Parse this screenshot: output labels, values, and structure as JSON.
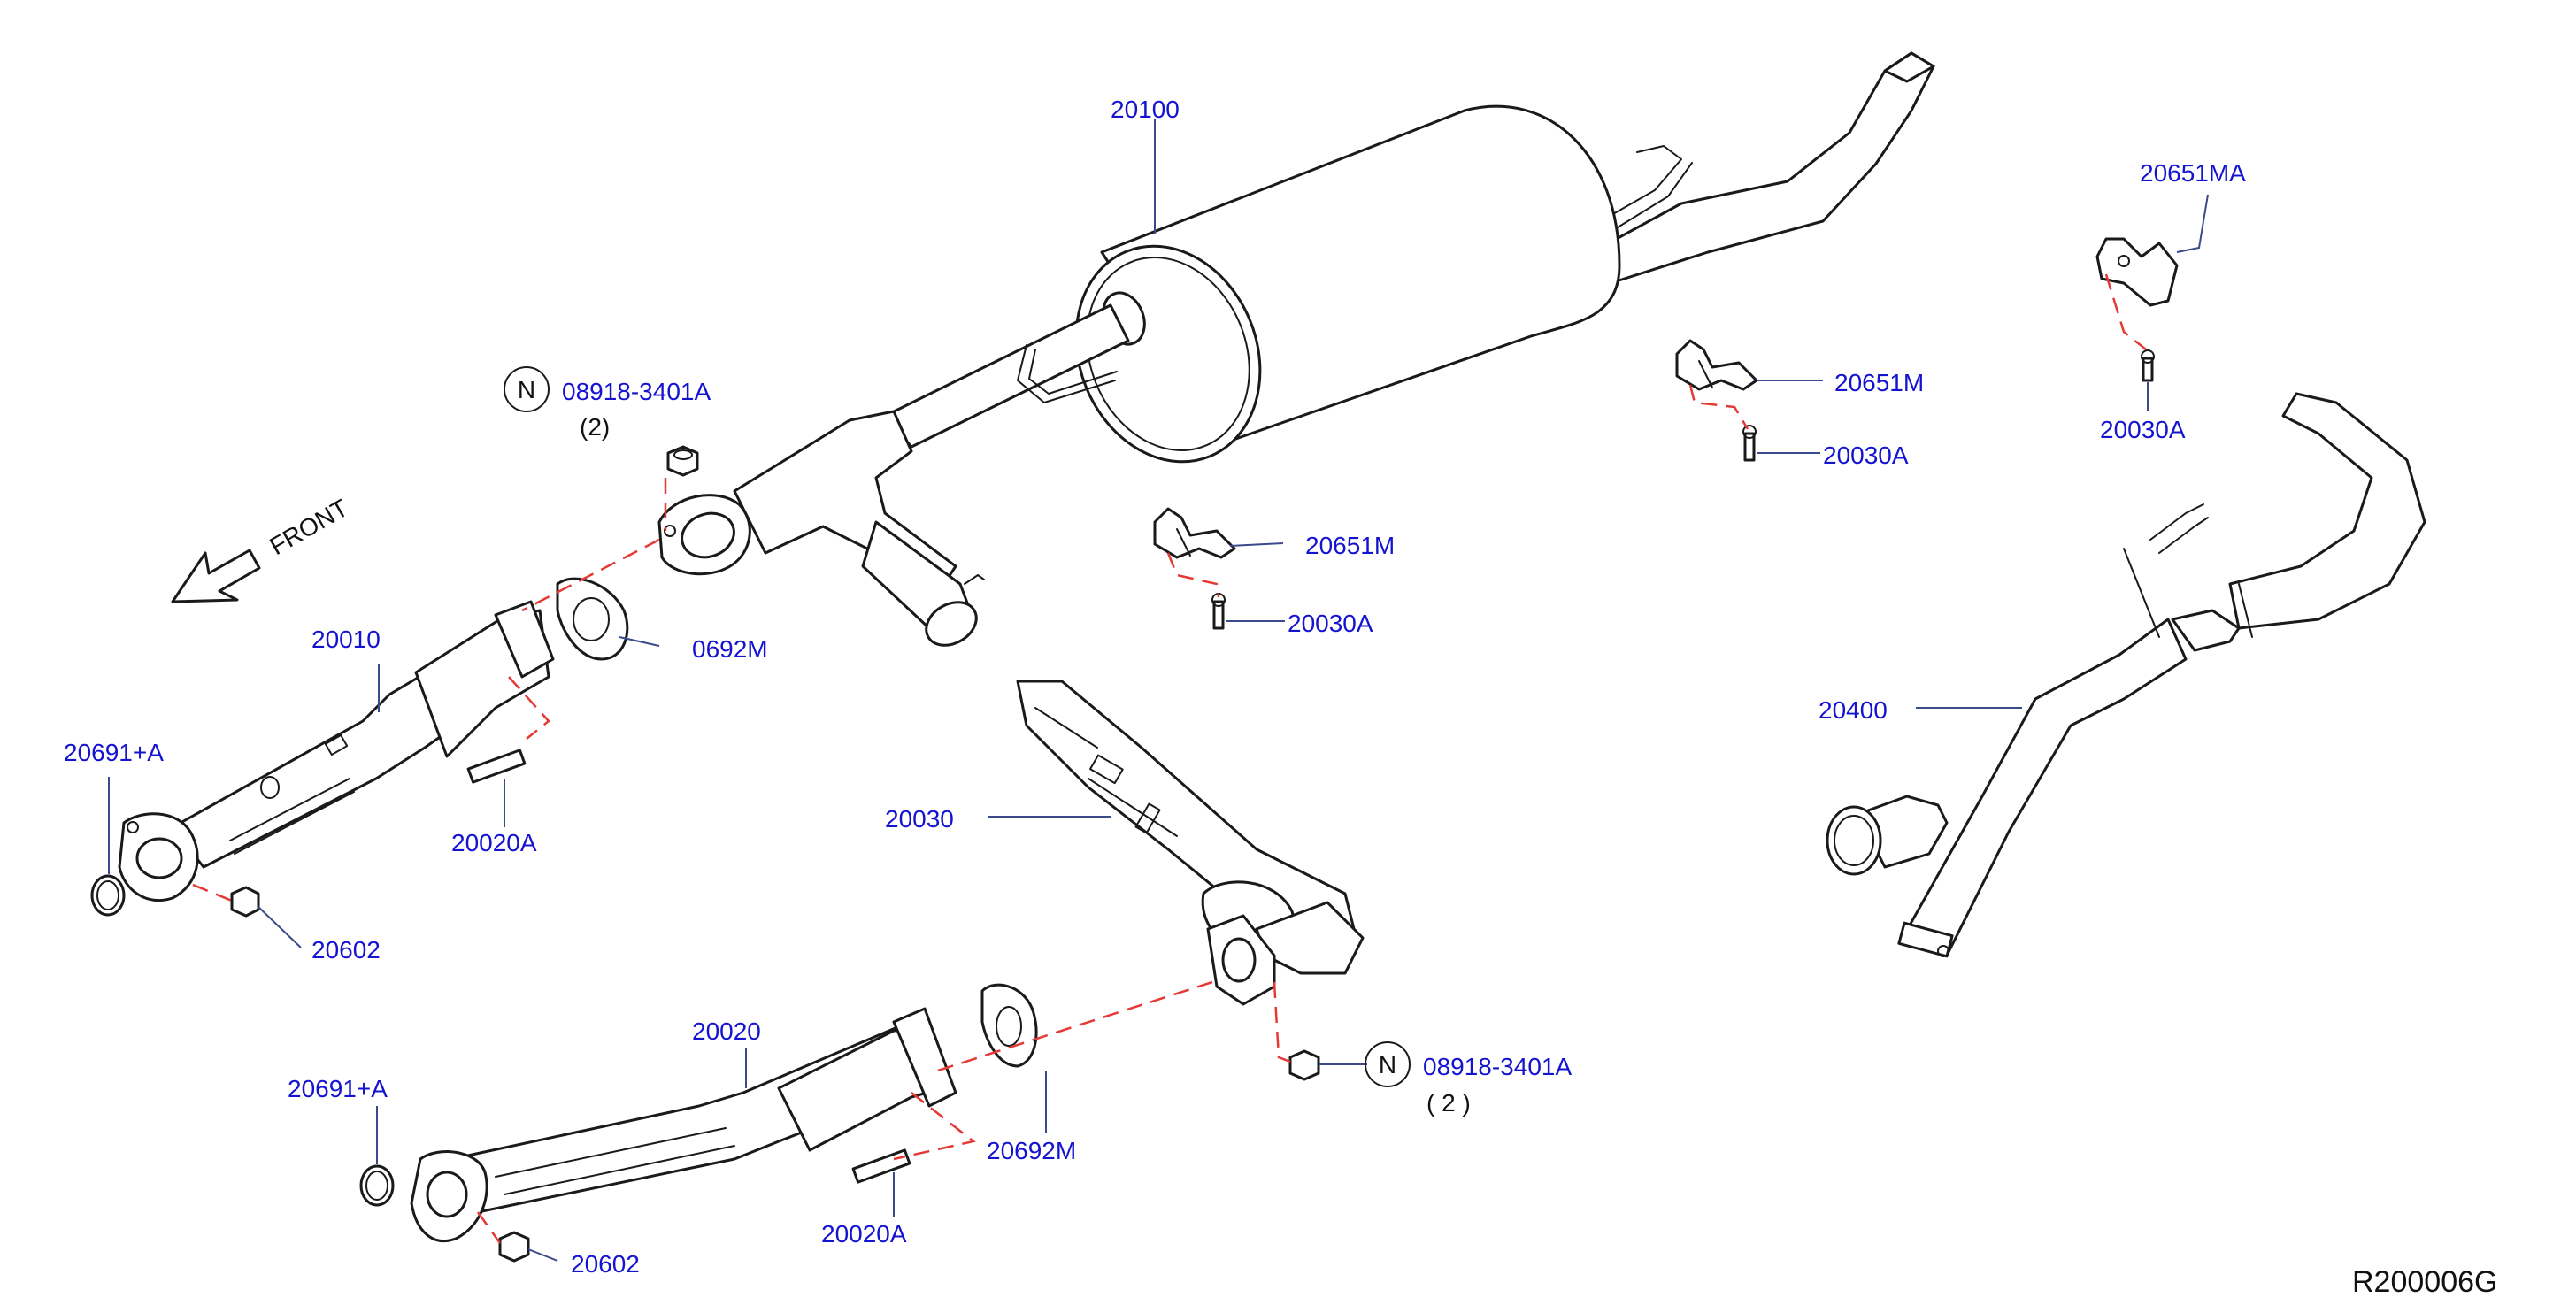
{
  "diagram": {
    "front_label": "FRONT",
    "code": "R200006G",
    "colors": {
      "callout": "#1414d0",
      "leader": "#3a4a8a",
      "dashed": "#e53935",
      "drawing": "#1a1a1a"
    },
    "symbols": {
      "nut_notice": "N"
    },
    "parts": {
      "p20100": "20100",
      "p08918_top": "08918-3401A",
      "qty_top": "(2)",
      "p20010": "20010",
      "p0692M": "0692M",
      "p20691A_top": "20691+A",
      "p20020A_top": "20020A",
      "p20602_top": "20602",
      "p20651M_mid": "20651M",
      "p20030A_mid": "20030A",
      "p20651M_right": "20651M",
      "p20030A_right": "20030A",
      "p20651MA": "20651MA",
      "p20030A_far": "20030A",
      "p20400": "20400",
      "p20030": "20030",
      "p08918_bottom": "08918-3401A",
      "qty_bottom": "( 2 )",
      "p20020": "20020",
      "p20691A_bottom": "20691+A",
      "p20692M": "20692M",
      "p20020A_bottom": "20020A",
      "p20602_bottom": "20602"
    }
  }
}
